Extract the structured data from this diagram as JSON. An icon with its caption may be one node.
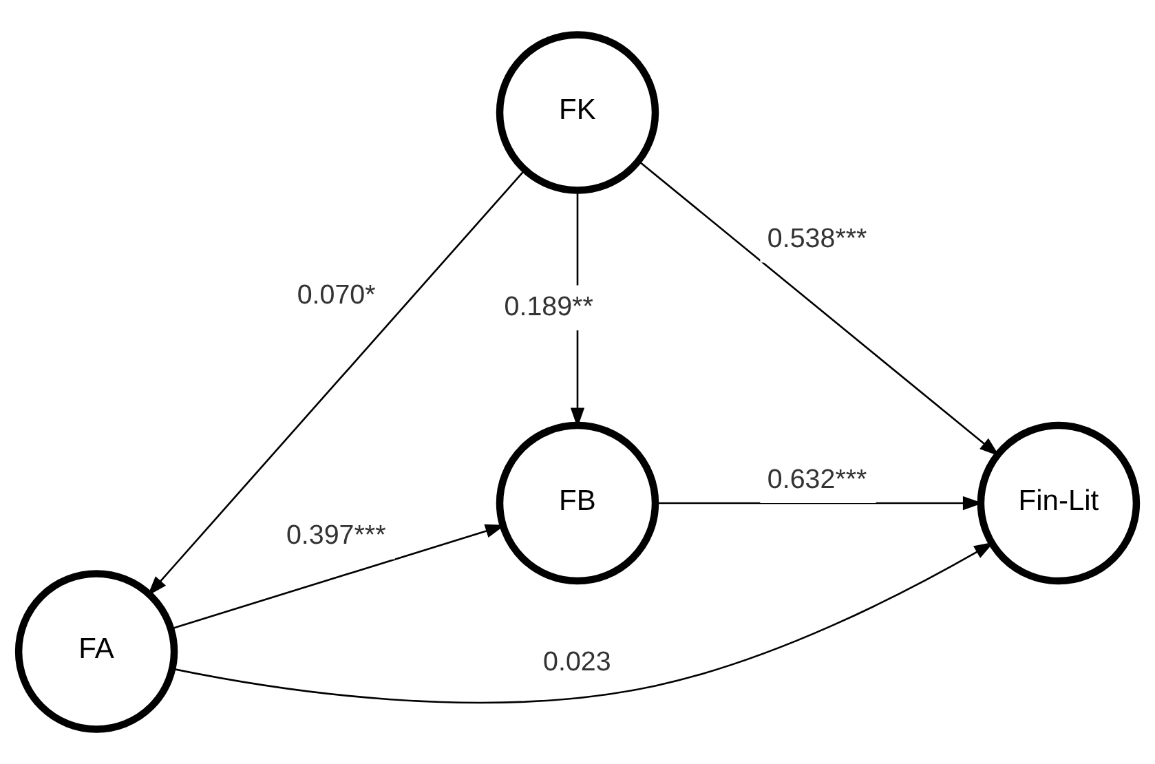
{
  "diagram": {
    "nodes": [
      {
        "text": [
          "FK"
        ]
      },
      {
        "text": [
          "FA"
        ]
      },
      {
        "text": [
          "FB"
        ]
      },
      {
        "text": [
          "Fin-Lit"
        ]
      }
    ],
    "edges": [
      {
        "from": 0,
        "to": 1,
        "arrow": "to",
        "label": "0.070*"
      },
      {
        "from": 0,
        "to": 3,
        "arrow": "to",
        "label": "0.538***"
      },
      {
        "from": 1,
        "to": 3,
        "arrow": "to",
        "label": "0.023"
      },
      {
        "from": 0,
        "to": 2,
        "arrow": "to",
        "label": "0.189**"
      },
      {
        "from": 1,
        "to": 2,
        "arrow": "to",
        "label": "0.397***"
      },
      {
        "from": 2,
        "to": 3,
        "arrow": "to",
        "label": "0.632***"
      }
    ]
  }
}
